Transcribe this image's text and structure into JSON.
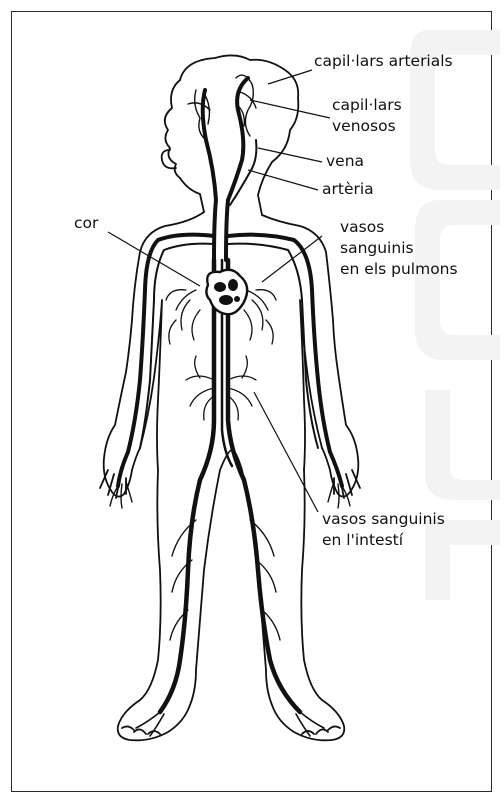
{
  "diagram": {
    "labels": {
      "capillars_arterials": "capil·lars arterials",
      "capillars_venosos_1": "capil·lars",
      "capillars_venosos_2": "venosos",
      "vena": "vena",
      "arteria": "artèria",
      "cor": "cor",
      "pulmons_1": "vasos",
      "pulmons_2": "sanguinis",
      "pulmons_3": "en els pulmons",
      "intesti_1": "vasos sanguinis",
      "intesti_2": "en l'intestí"
    }
  },
  "colors": {
    "ink": "#111111",
    "frame": "#2a2a2a",
    "watermark": "#f2f2f2"
  }
}
